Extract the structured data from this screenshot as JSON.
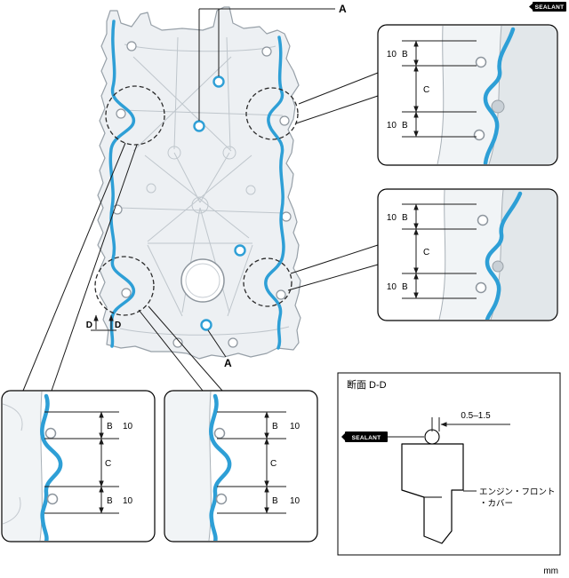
{
  "colors": {
    "sealant_blue": "#2e9fd6",
    "part_fill": "#edf0f3",
    "part_stroke": "#97a0a8",
    "line_color": "#1a1a1a"
  },
  "header_badge": {
    "label": "SEALANT"
  },
  "footer": {
    "unit": "mm"
  },
  "main_view": {
    "label_a_top": "A",
    "label_a_bottom": "A",
    "section_d_left": "D",
    "section_d_right": "D"
  },
  "callouts": {
    "top_right": {
      "top_value": "10",
      "top_ref": "B",
      "mid_ref": "C",
      "bottom_value": "10",
      "bottom_ref": "B"
    },
    "mid_right": {
      "top_value": "10",
      "top_ref": "B",
      "mid_ref": "C",
      "bottom_value": "10",
      "bottom_ref": "B"
    },
    "bottom_left": {
      "top_ref": "B",
      "top_value": "10",
      "mid_ref": "C",
      "bottom_ref": "B",
      "bottom_value": "10"
    },
    "bottom_mid": {
      "top_ref": "B",
      "top_value": "10",
      "mid_ref": "C",
      "bottom_ref": "B",
      "bottom_value": "10"
    }
  },
  "section_view": {
    "title": "断面 D-D",
    "gap_dimension": "0.5–1.5",
    "sealant_badge": "SEALANT",
    "part_label_line1": "エンジン・フロント",
    "part_label_line2": "・カバー"
  }
}
